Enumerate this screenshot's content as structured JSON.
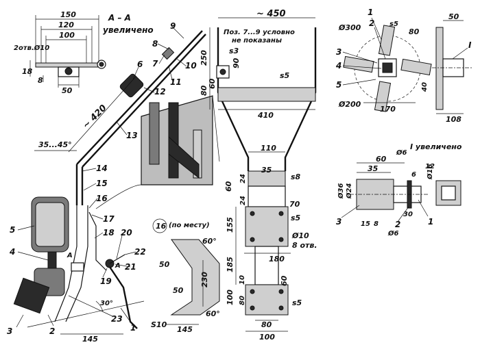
{
  "figure": {
    "section_view": {
      "title": "А – А",
      "subtitle": "увеличено",
      "holes_label": "2отв.Ø10",
      "dims": [
        "150",
        "120",
        "100",
        "18",
        "8",
        "50"
      ]
    },
    "assembly_view": {
      "dims": [
        "~ 420",
        "35...45°",
        "30°",
        "145"
      ],
      "section_marker": "А",
      "parts": [
        "1",
        "2",
        "3",
        "4",
        "5",
        "6",
        "7",
        "8",
        "9",
        "10",
        "11",
        "12",
        "13",
        "14",
        "15",
        "16",
        "17",
        "18",
        "19",
        "20",
        "21",
        "22",
        "23"
      ]
    },
    "frame_view": {
      "top_dim": "~ 450",
      "note_line1": "Поз. 7...9 условно",
      "note_line2": "не показаны",
      "dims": [
        "250",
        "90",
        "80",
        "60",
        "410",
        "110",
        "35",
        "24",
        "60",
        "24",
        "70",
        "155",
        "185",
        "10",
        "100",
        "80",
        "60",
        "180",
        "80",
        "100"
      ],
      "thickness_labels": [
        "s3",
        "s5",
        "s8",
        "s5",
        "s5"
      ],
      "hole_label": "Ø10",
      "hole_count": "8 отв."
    },
    "bracket_view": {
      "title_num": "16",
      "title_note": "(по месту)",
      "dims": [
        "60°",
        "50",
        "230",
        "50",
        "60°",
        "145"
      ],
      "thickness": "S10"
    },
    "cutter_view": {
      "dims": [
        "Ø300",
        "s5",
        "80",
        "40",
        "Ø200",
        "170",
        "50",
        "108"
      ],
      "parts": [
        "1",
        "2",
        "3",
        "4",
        "5"
      ],
      "marker": "I"
    },
    "detail_view": {
      "title": "I увеличено",
      "dims": [
        "60",
        "35",
        "Ø6",
        "12",
        "6",
        "Ø16",
        "Ø36",
        "Ø24",
        "30",
        "15",
        "8",
        "Ø6"
      ],
      "parts": [
        "1",
        "2",
        "3"
      ]
    }
  }
}
